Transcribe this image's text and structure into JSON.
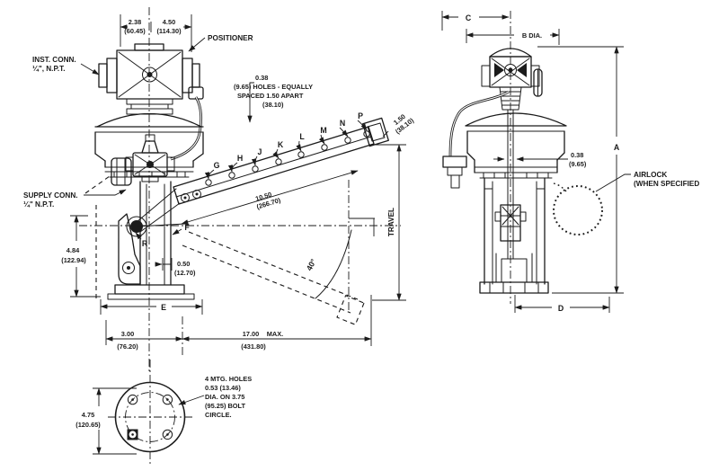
{
  "front_view": {
    "dim_top_left": {
      "in": "2.38",
      "mm": "(60.45)"
    },
    "dim_top_right": {
      "in": "4.50",
      "mm": "(114.30)"
    },
    "positioner_label": "POSITIONER",
    "inst_conn_line1": "INST. CONN.",
    "inst_conn_line2": "¼\", N.P.T.",
    "holes_note_line1": "0.38",
    "holes_note_line2": "(9.65) HOLES - EQUALLY",
    "holes_note_line3": "SPACED 1.50 APART",
    "holes_note_line4": "(38.10)",
    "hole_letters": [
      "G",
      "H",
      "J",
      "K",
      "L",
      "M",
      "N",
      "P"
    ],
    "dim_hole_spacing": {
      "in": "1.50",
      "mm": "(38.10)"
    },
    "supply_conn_line1": "SUPPLY CONN.",
    "supply_conn_line2": "¼\" N.P.T.",
    "dim_height": {
      "in": "4.84",
      "mm": "(122.94)"
    },
    "point_r": "R",
    "point_f": "F",
    "dim_arm": {
      "in": "10.50",
      "mm": "(266.70)"
    },
    "dim_stem_offset": {
      "in": "0.50",
      "mm": "(12.70)"
    },
    "angle_label": "40°",
    "travel_label": "TRAVEL",
    "dim_e_label": "E",
    "dim_bottom_left": {
      "in": "3.00",
      "mm": "(76.20)"
    },
    "dim_bottom_right": {
      "in": "17.00",
      "qual": "MAX.",
      "mm": "(431.80)"
    }
  },
  "bottom_view": {
    "dim_flange": {
      "in": "4.75",
      "mm": "(120.65)"
    },
    "mtg_note_line1": "4 MTG. HOLES",
    "mtg_note_line2": "0.53 (13.46)",
    "mtg_note_line3": "DIA. ON 3.75",
    "mtg_note_line4": "(95.25) BOLT",
    "mtg_note_line5": "CIRCLE."
  },
  "side_view": {
    "dim_c_label": "C",
    "dim_b_label": "B DIA.",
    "dim_a_label": "A",
    "dim_d_label": "D",
    "dim_stem_width": {
      "in": "0.38",
      "mm": "(9.65)"
    },
    "airlock_line1": "AIRLOCK",
    "airlock_line2": "(WHEN SPECIFIED"
  }
}
